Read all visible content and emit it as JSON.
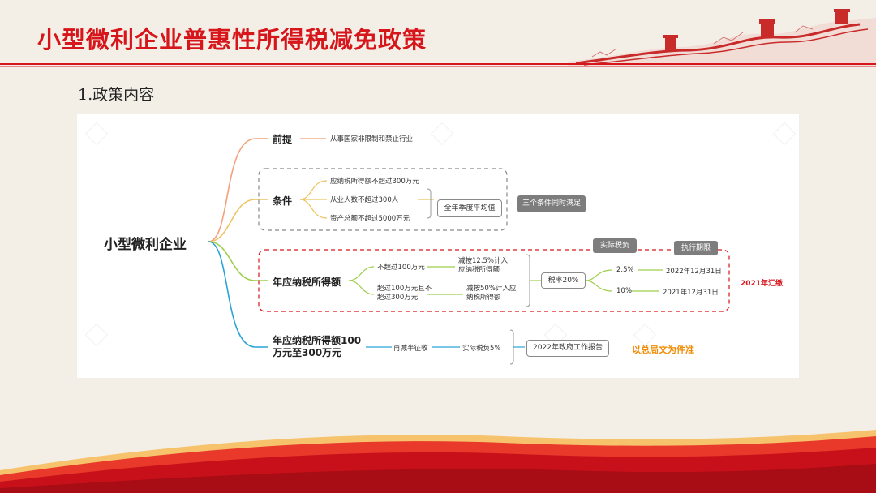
{
  "title": "小型微利企业普惠性所得税减免政策",
  "section": "1.政策内容",
  "colors": {
    "accent": "#d7161b",
    "orange": "#f08a00",
    "branch_orange": "#f4a07a",
    "branch_yellow": "#ecc35e",
    "branch_green": "#9dcf4c",
    "branch_blue": "#2aa3d6"
  },
  "mindmap": {
    "root": "小型微利企业",
    "premise": {
      "label": "前提",
      "text": "从事国家非限制和禁止行业"
    },
    "conditions": {
      "label": "条件",
      "items": [
        "应纳税所得额不超过300万元",
        "从业人数不超过300人",
        "资产总额不超过5000万元"
      ],
      "avg_box": "全年季度平均值",
      "note": "三个条件同时满足"
    },
    "income": {
      "label": "年应纳税所得额",
      "tier1": {
        "range": "不超过100万元",
        "rule": [
          "减按12.5%计入",
          "应纳税所得额"
        ]
      },
      "tier2": {
        "range": [
          "超过100万元且不",
          "超过300万元"
        ],
        "rule": [
          "减按50%计入应",
          "纳税所得额"
        ]
      },
      "rate_box": "税率20%",
      "actual_tag": "实际税负",
      "period_tag": "执行期限",
      "burden1": "2.5%",
      "burden2": "10%",
      "deadline1": "2022年12月31日",
      "deadline2": "2021年12月31日",
      "note": "2021年汇缴"
    },
    "high_income": {
      "label": [
        "年应纳税所得额100",
        "万元至300万元"
      ],
      "halve": "再减半征收",
      "burden": "实际税负5%",
      "report": "2022年政府工作报告",
      "note": "以总局文为件准"
    }
  }
}
